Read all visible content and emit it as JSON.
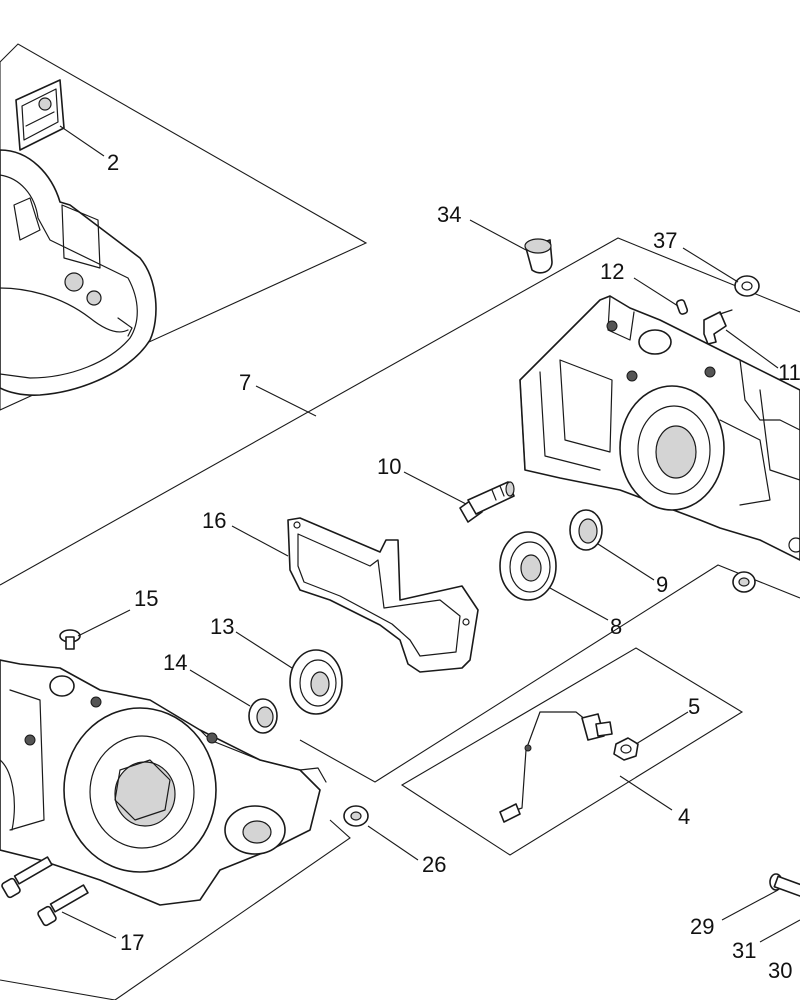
{
  "callouts": [
    {
      "id": "c2",
      "label": "2"
    },
    {
      "id": "c34",
      "label": "34"
    },
    {
      "id": "c37",
      "label": "37"
    },
    {
      "id": "c12",
      "label": "12"
    },
    {
      "id": "c11",
      "label": "11"
    },
    {
      "id": "c7",
      "label": "7"
    },
    {
      "id": "c10",
      "label": "10"
    },
    {
      "id": "c16",
      "label": "16"
    },
    {
      "id": "c9",
      "label": "9"
    },
    {
      "id": "c8",
      "label": "8"
    },
    {
      "id": "c15",
      "label": "15"
    },
    {
      "id": "c13",
      "label": "13"
    },
    {
      "id": "c14",
      "label": "14"
    },
    {
      "id": "c5",
      "label": "5"
    },
    {
      "id": "c4",
      "label": "4"
    },
    {
      "id": "c26",
      "label": "26"
    },
    {
      "id": "c17",
      "label": "17"
    },
    {
      "id": "c29",
      "label": "29"
    },
    {
      "id": "c31",
      "label": "31"
    },
    {
      "id": "c30",
      "label": "30"
    }
  ]
}
